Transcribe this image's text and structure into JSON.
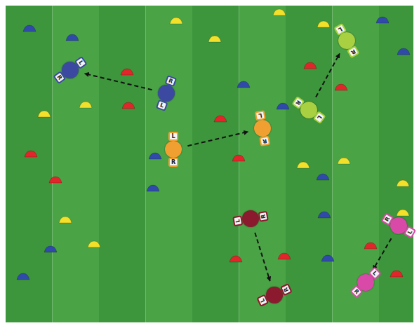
{
  "diagram": {
    "nodes": [
      {
        "text": [
          "R",
          "L"
        ]
      },
      {
        "text": [
          "L",
          "R"
        ]
      },
      {
        "text": [
          "R",
          "L"
        ]
      },
      {
        "text": [
          "L",
          "R"
        ]
      },
      {
        "text": [
          "R",
          "L"
        ]
      },
      {
        "text": [
          "L",
          "R"
        ]
      },
      {
        "text": [
          "L",
          "R"
        ]
      },
      {
        "text": [
          "R",
          "L"
        ]
      },
      {
        "text": [
          "L",
          "R"
        ]
      },
      {
        "text": [
          "L",
          "R"
        ]
      }
    ],
    "edges": [
      {
        "from": 2,
        "to": 1,
        "arrow": "to"
      },
      {
        "from": 5,
        "to": 4,
        "arrow": "to"
      },
      {
        "from": 3,
        "to": 0,
        "arrow": "to"
      },
      {
        "from": 6,
        "to": 9,
        "arrow": "to"
      },
      {
        "from": 7,
        "to": 8,
        "arrow": "to"
      }
    ]
  }
}
